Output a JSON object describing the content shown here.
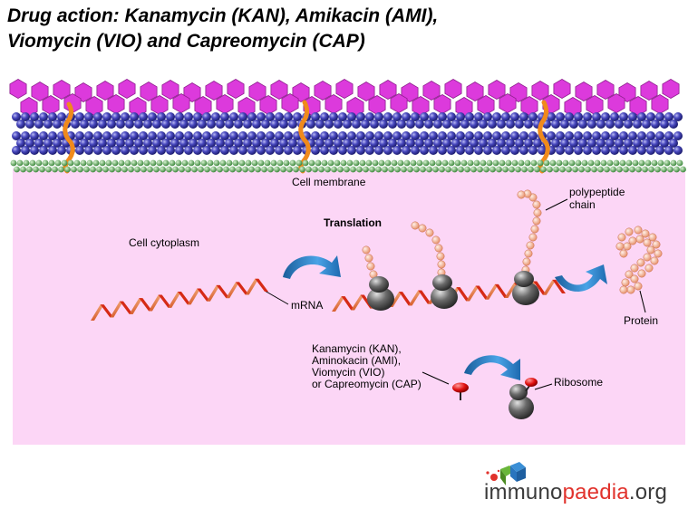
{
  "title": {
    "line1": "Drug action: Kanamycin (KAN), Amikacin (AMI),",
    "line2": "Viomycin (VIO) and Capreomycin (CAP)"
  },
  "labels": {
    "cell_membrane": "Cell membrane",
    "cell_cytoplasm": "Cell cytoplasm",
    "translation": "Translation",
    "polypeptide_line1": "polypeptide",
    "polypeptide_line2": "chain",
    "mrna": "mRNA",
    "protein": "Protein",
    "ribosome": "Ribosome",
    "drugs": [
      "Kanamycin (KAN),",
      "Aminokacin (AMI),",
      "Viomycin (VIO)",
      "or Capreomycin (CAP)"
    ]
  },
  "logo": {
    "part1": "immuno",
    "part2": "paedia",
    "part3": ".org"
  },
  "colors": {
    "cytoplasm": "#fcd6f6",
    "hexagon": "#dc3adc",
    "bead": "#3d3dab",
    "membrane": "#4f9a4f",
    "mrna": "#e83a1f",
    "peptide": "#f7b49d",
    "ribosome": "#5a5a5a",
    "arrow": "#3d8fd6",
    "drug": "#e01010"
  }
}
